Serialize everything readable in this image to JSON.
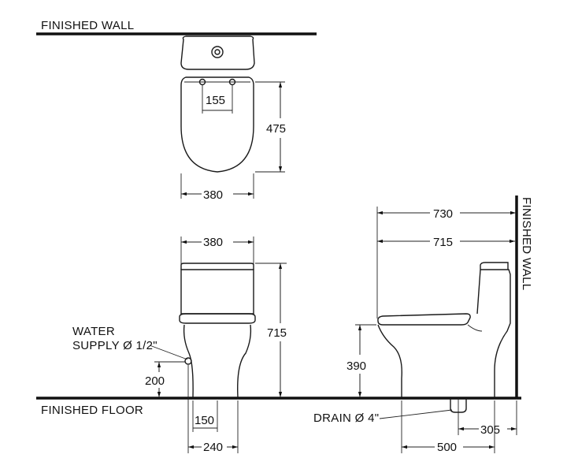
{
  "labels": {
    "wall_top": "FINISHED  WALL",
    "wall_side": "FINISHED  WALL",
    "floor": "FINISHED  FLOOR",
    "water_line1": "WATER",
    "water_line2": "SUPPLY Ø 1/2\"",
    "drain": "DRAIN Ø 4\""
  },
  "dimensions": {
    "seat_hole_spacing": "155",
    "bowl_depth": "475",
    "bowl_width_top": "380",
    "tank_width_front": "380",
    "front_height": "715",
    "supply_height": "200",
    "supply_offset_small": "150",
    "supply_offset": "240",
    "overall_depth": "730",
    "tank_depth": "715",
    "seat_height": "390",
    "drain_from_wall": "305",
    "drain_front": "500"
  }
}
